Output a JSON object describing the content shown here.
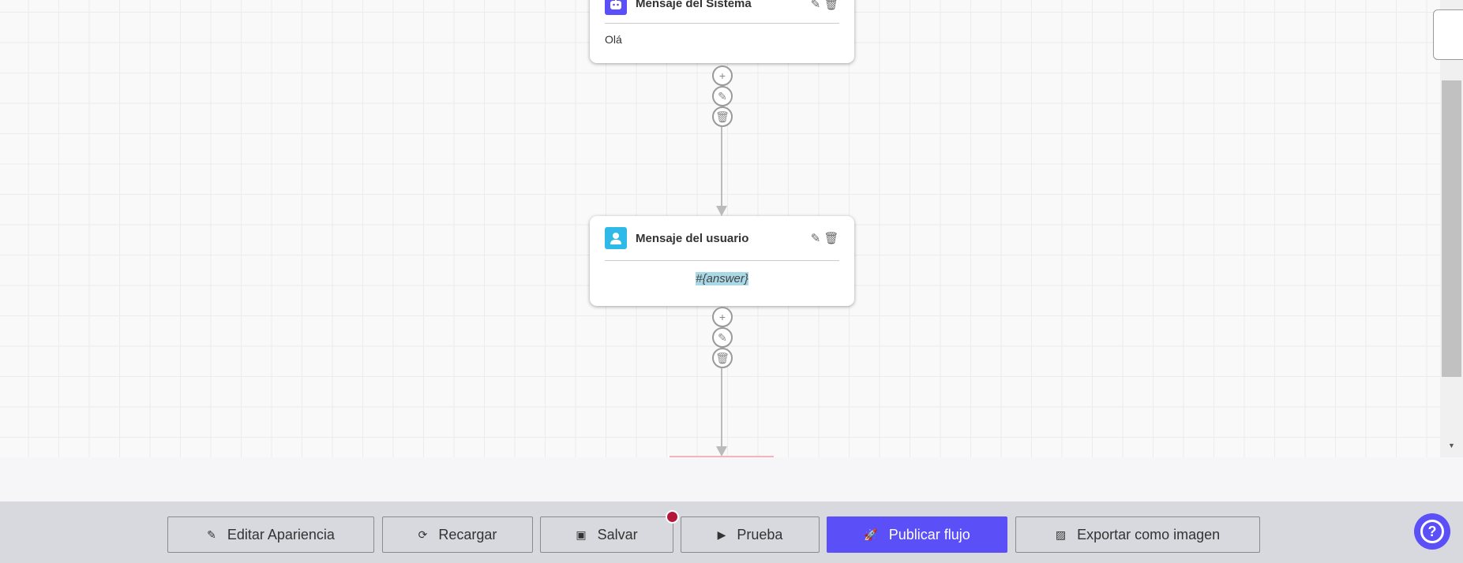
{
  "nodes": [
    {
      "title": "Mensaje del Sistema",
      "icon": "robot-icon",
      "color": "#5b4ff8",
      "content": "Olá"
    },
    {
      "title": "Mensaje del usuario",
      "icon": "user-icon",
      "color": "#2fb9e8",
      "content": "#{answer}"
    }
  ],
  "toolbar": {
    "edit_appearance": "Editar Apariencia",
    "reload": "Recargar",
    "save": "Salvar",
    "test": "Prueba",
    "publish": "Publicar flujo",
    "export": "Exportar como imagen"
  },
  "colors": {
    "accent": "#5b4ff8",
    "unsaved_dot": "#b5173a"
  }
}
